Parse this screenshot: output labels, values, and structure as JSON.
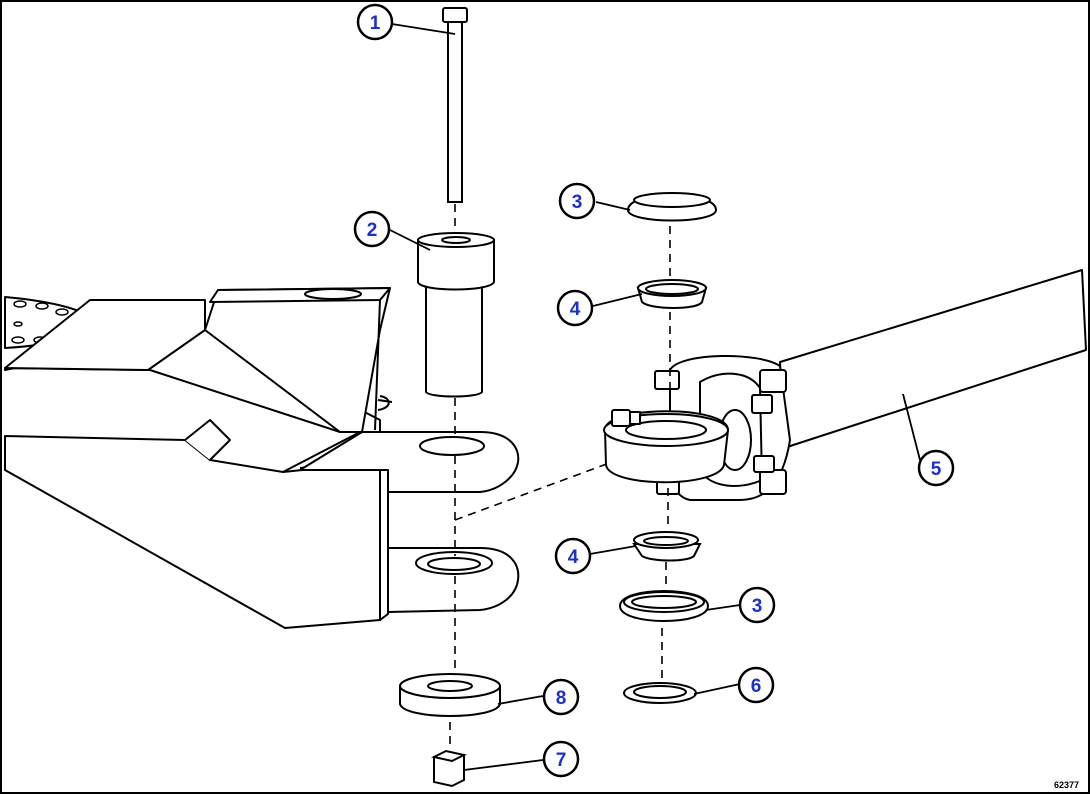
{
  "figure": {
    "id": "62377",
    "callout_color": "#1a2fd6",
    "line_color": "#000000",
    "callouts": [
      {
        "label": "1",
        "part": "pin"
      },
      {
        "label": "2",
        "part": "bushing"
      },
      {
        "label": "3",
        "part": "upper-bearing-cone"
      },
      {
        "label": "4",
        "part": "upper-bearing-cup"
      },
      {
        "label": "5",
        "part": "steering-link"
      },
      {
        "label": "4",
        "part": "lower-bearing-cup"
      },
      {
        "label": "3",
        "part": "lower-bearing-cone"
      },
      {
        "label": "6",
        "part": "shim"
      },
      {
        "label": "8",
        "part": "washer"
      },
      {
        "label": "7",
        "part": "nut"
      }
    ]
  }
}
